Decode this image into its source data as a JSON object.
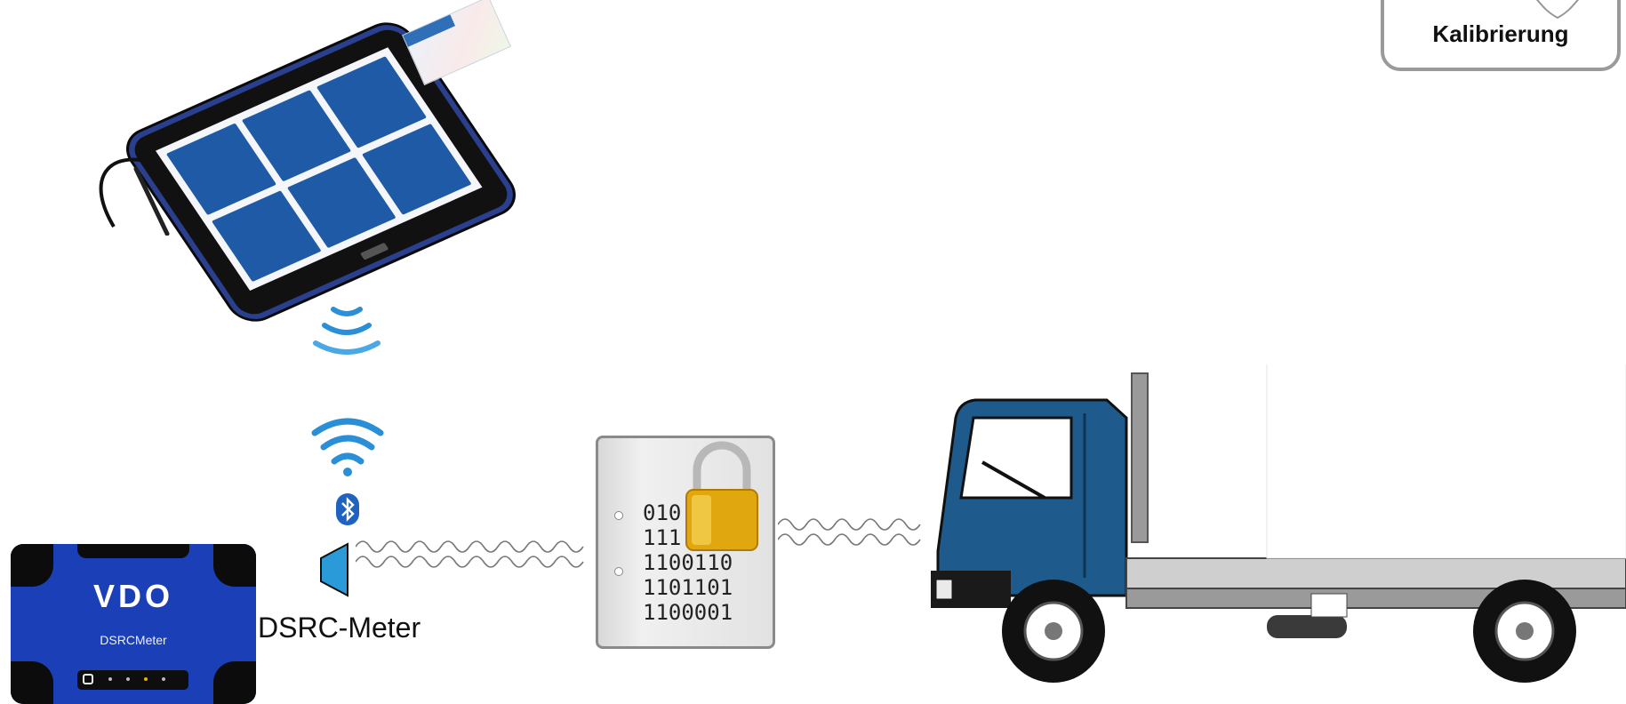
{
  "calibration": {
    "label": "Kalibrierung"
  },
  "dsrc_device": {
    "brand": "VDO",
    "model": "DSRCMeter"
  },
  "dsrc_caption": "DSRC-Meter",
  "document": {
    "binary_lines": [
      "010",
      "111",
      "1100110",
      "1101101",
      "1100001"
    ]
  },
  "colors": {
    "device_blue": "#1b3fb6",
    "signal_blue": "#2a8fd6",
    "truck_cab_blue": "#1e5b8c",
    "lock_gold": "#e0a70f"
  },
  "icons": [
    "tablet-icon",
    "radio-waves-icon",
    "wifi-icon",
    "bluetooth-icon",
    "antenna-icon",
    "padlock-icon",
    "truck-icon"
  ]
}
